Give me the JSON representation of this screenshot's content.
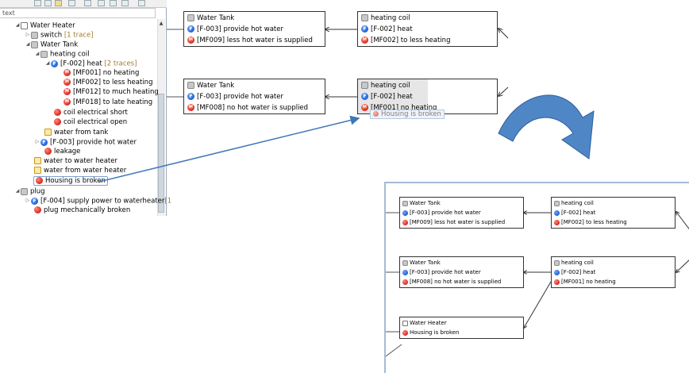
{
  "tree": {
    "filter_text": "text",
    "rows": [
      {
        "label": "Water Heater",
        "icon": "doc"
      },
      {
        "label": "switch",
        "trace": "[1 trace]",
        "icon": "gear"
      },
      {
        "label": "Water Tank",
        "icon": "gear"
      },
      {
        "label": "heating coil",
        "icon": "gear"
      },
      {
        "label": "[F-002] heat",
        "trace": "[2 traces]",
        "icon": "function"
      },
      {
        "label": "[MF001] no heating",
        "icon": "malfunction"
      },
      {
        "label": "[MF002] to less heating",
        "icon": "malfunction"
      },
      {
        "label": "[MF012] to much heating",
        "icon": "malfunction"
      },
      {
        "label": "[MF018] to late heating",
        "icon": "malfunction"
      },
      {
        "label": "coil electrical short",
        "icon": "failure"
      },
      {
        "label": "coil electrical open",
        "icon": "failure"
      },
      {
        "label": "water from tank",
        "icon": "flow"
      },
      {
        "label": "[F-003] provide hot water",
        "icon": "function"
      },
      {
        "label": "leakage",
        "icon": "failure"
      },
      {
        "label": "water to water heater",
        "icon": "flow"
      },
      {
        "label": "water from water heater",
        "icon": "flow"
      },
      {
        "label": "Housing is broken",
        "icon": "failure"
      },
      {
        "label": "plug",
        "icon": "gear"
      },
      {
        "label": "[F-004] supply power to waterheater",
        "trace": "[1",
        "icon": "function"
      },
      {
        "label": "plug mechanically broken",
        "icon": "failure"
      }
    ]
  },
  "diagram": {
    "box_a": {
      "title": "Water Tank",
      "func": "[F-003] provide hot water",
      "mal": "[MF009] less hot water is supplied"
    },
    "box_b": {
      "title": "heating coil",
      "func": "[F-002] heat",
      "mal": "[MF002] to less heating"
    },
    "box_c": {
      "title": "Water Tank",
      "func": "[F-003] provide hot water",
      "mal": "[MF008] no hot water is supplied"
    },
    "box_d": {
      "title": "heating coil",
      "func": "[F-002] heat",
      "mal": "[MF001] no heating"
    },
    "drag_ghost": "Housing is broken"
  },
  "zoom": {
    "box_a": {
      "title": "Water Tank",
      "func": "[F-003] provide hot water",
      "mal": "[MF009] less hot water is supplied"
    },
    "box_b": {
      "title": "heating coil",
      "func": "[F-002] heat",
      "mal": "[MF002] to less heating"
    },
    "box_c": {
      "title": "Water Tank",
      "func": "[F-003] provide hot water",
      "mal": "[MF008] no hot water is supplied"
    },
    "box_d": {
      "title": "heating coil",
      "func": "[F-002] heat",
      "mal": "[MF001] no heating"
    },
    "box_e": {
      "title": "Water Heater",
      "failure": "Housing is broken"
    }
  },
  "icon_glyphs": {
    "function": "F",
    "malfunction": "M"
  },
  "colors": {
    "arrow_blue": "#3e77b8",
    "selection_border": "#7da2ce"
  }
}
